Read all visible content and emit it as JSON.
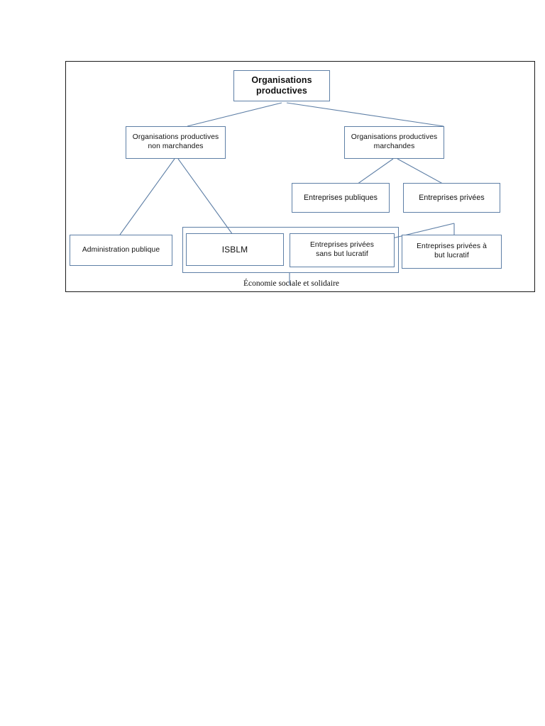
{
  "diagram": {
    "title_node": {
      "id": "organisations-productives",
      "label": "Organisations\nproductives",
      "line1": "Organisations",
      "line2": "productives"
    },
    "level2": [
      {
        "id": "non-marchandes",
        "line1": "Organisations productives",
        "line2": "non marchandes"
      },
      {
        "id": "marchandes",
        "line1": "Organisations productives",
        "line2": "marchandes"
      }
    ],
    "level3": [
      {
        "id": "entreprises-publiques",
        "line1": "Entreprises publiques",
        "line2": ""
      },
      {
        "id": "entreprises-privees",
        "line1": "Entreprises privées",
        "line2": ""
      }
    ],
    "leaves": [
      {
        "id": "administration-publique",
        "line1": "Administration publique",
        "line2": ""
      },
      {
        "id": "isblm",
        "line1": "ISBLM",
        "line2": ""
      },
      {
        "id": "entreprises-privees-sans-but-lucratif",
        "line1": "Entreprises privées",
        "line2": "sans but lucratif"
      },
      {
        "id": "entreprises-privees-a-but-lucratif",
        "line1": "Entreprises privées à",
        "line2": "but lucratif"
      }
    ],
    "group_caption": "Économie sociale et solidaire",
    "colors": {
      "box_border": "#5e7fa6",
      "frame_border": "#1a1a1a",
      "connector": "#5e7fa6",
      "text": "#111111",
      "background": "#ffffff"
    }
  }
}
